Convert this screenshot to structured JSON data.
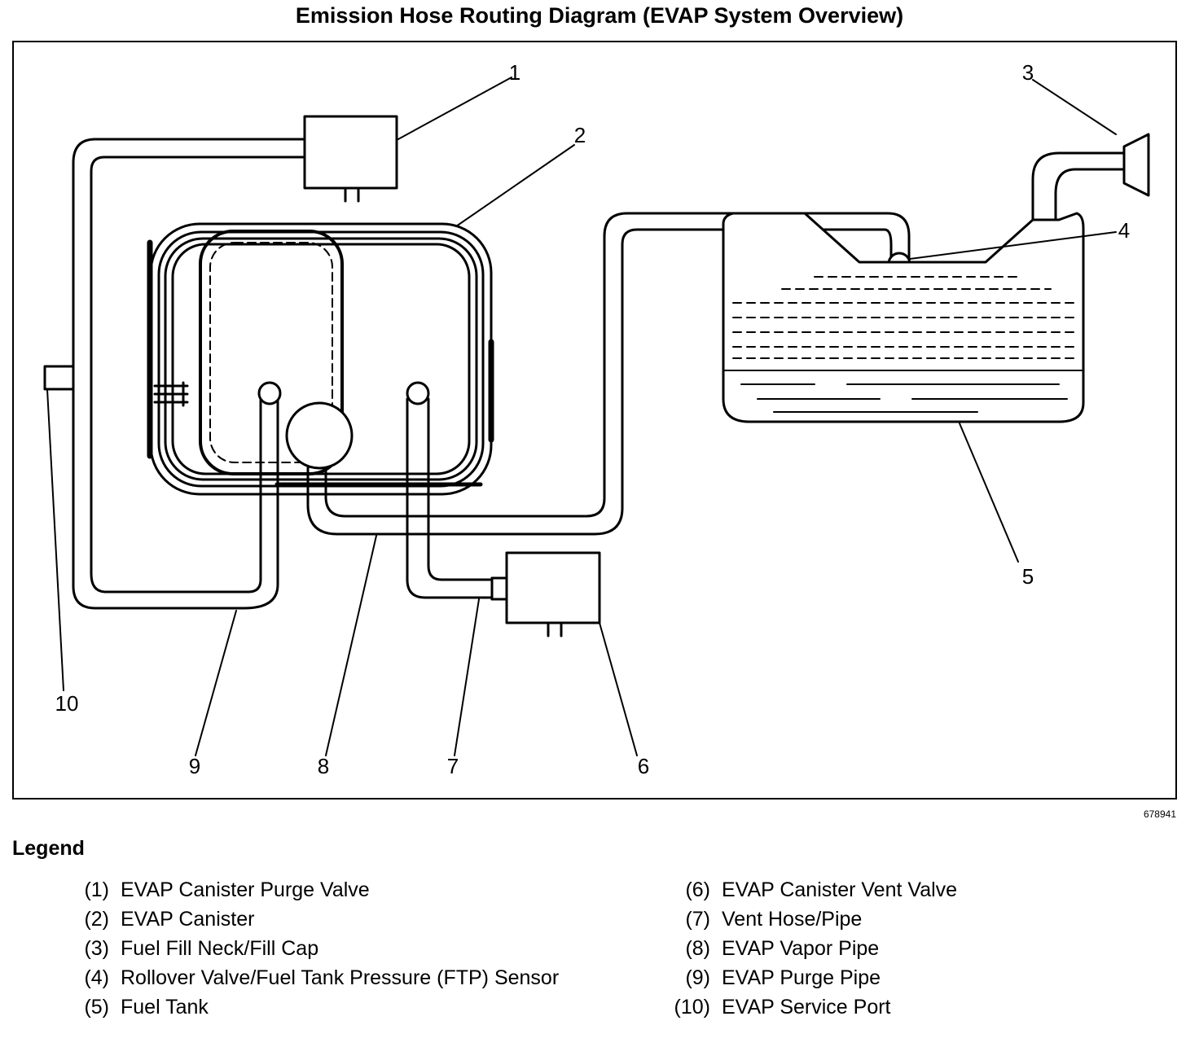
{
  "title": "Emission Hose Routing Diagram (EVAP System Overview)",
  "figure_number": "678941",
  "callouts": [
    "1",
    "2",
    "3",
    "4",
    "5",
    "6",
    "7",
    "8",
    "9",
    "10"
  ],
  "legend": {
    "heading": "Legend",
    "left": [
      {
        "num": "(1)",
        "text": "EVAP Canister Purge Valve"
      },
      {
        "num": "(2)",
        "text": "EVAP Canister"
      },
      {
        "num": "(3)",
        "text": "Fuel Fill Neck/Fill Cap"
      },
      {
        "num": "(4)",
        "text": "Rollover Valve/Fuel Tank Pressure (FTP) Sensor"
      },
      {
        "num": "(5)",
        "text": "Fuel Tank"
      }
    ],
    "right": [
      {
        "num": "(6)",
        "text": "EVAP Canister Vent Valve"
      },
      {
        "num": "(7)",
        "text": "Vent Hose/Pipe"
      },
      {
        "num": "(8)",
        "text": "EVAP Vapor Pipe"
      },
      {
        "num": "(9)",
        "text": "EVAP Purge Pipe"
      },
      {
        "num": "(10)",
        "text": "EVAP Service Port"
      }
    ]
  }
}
